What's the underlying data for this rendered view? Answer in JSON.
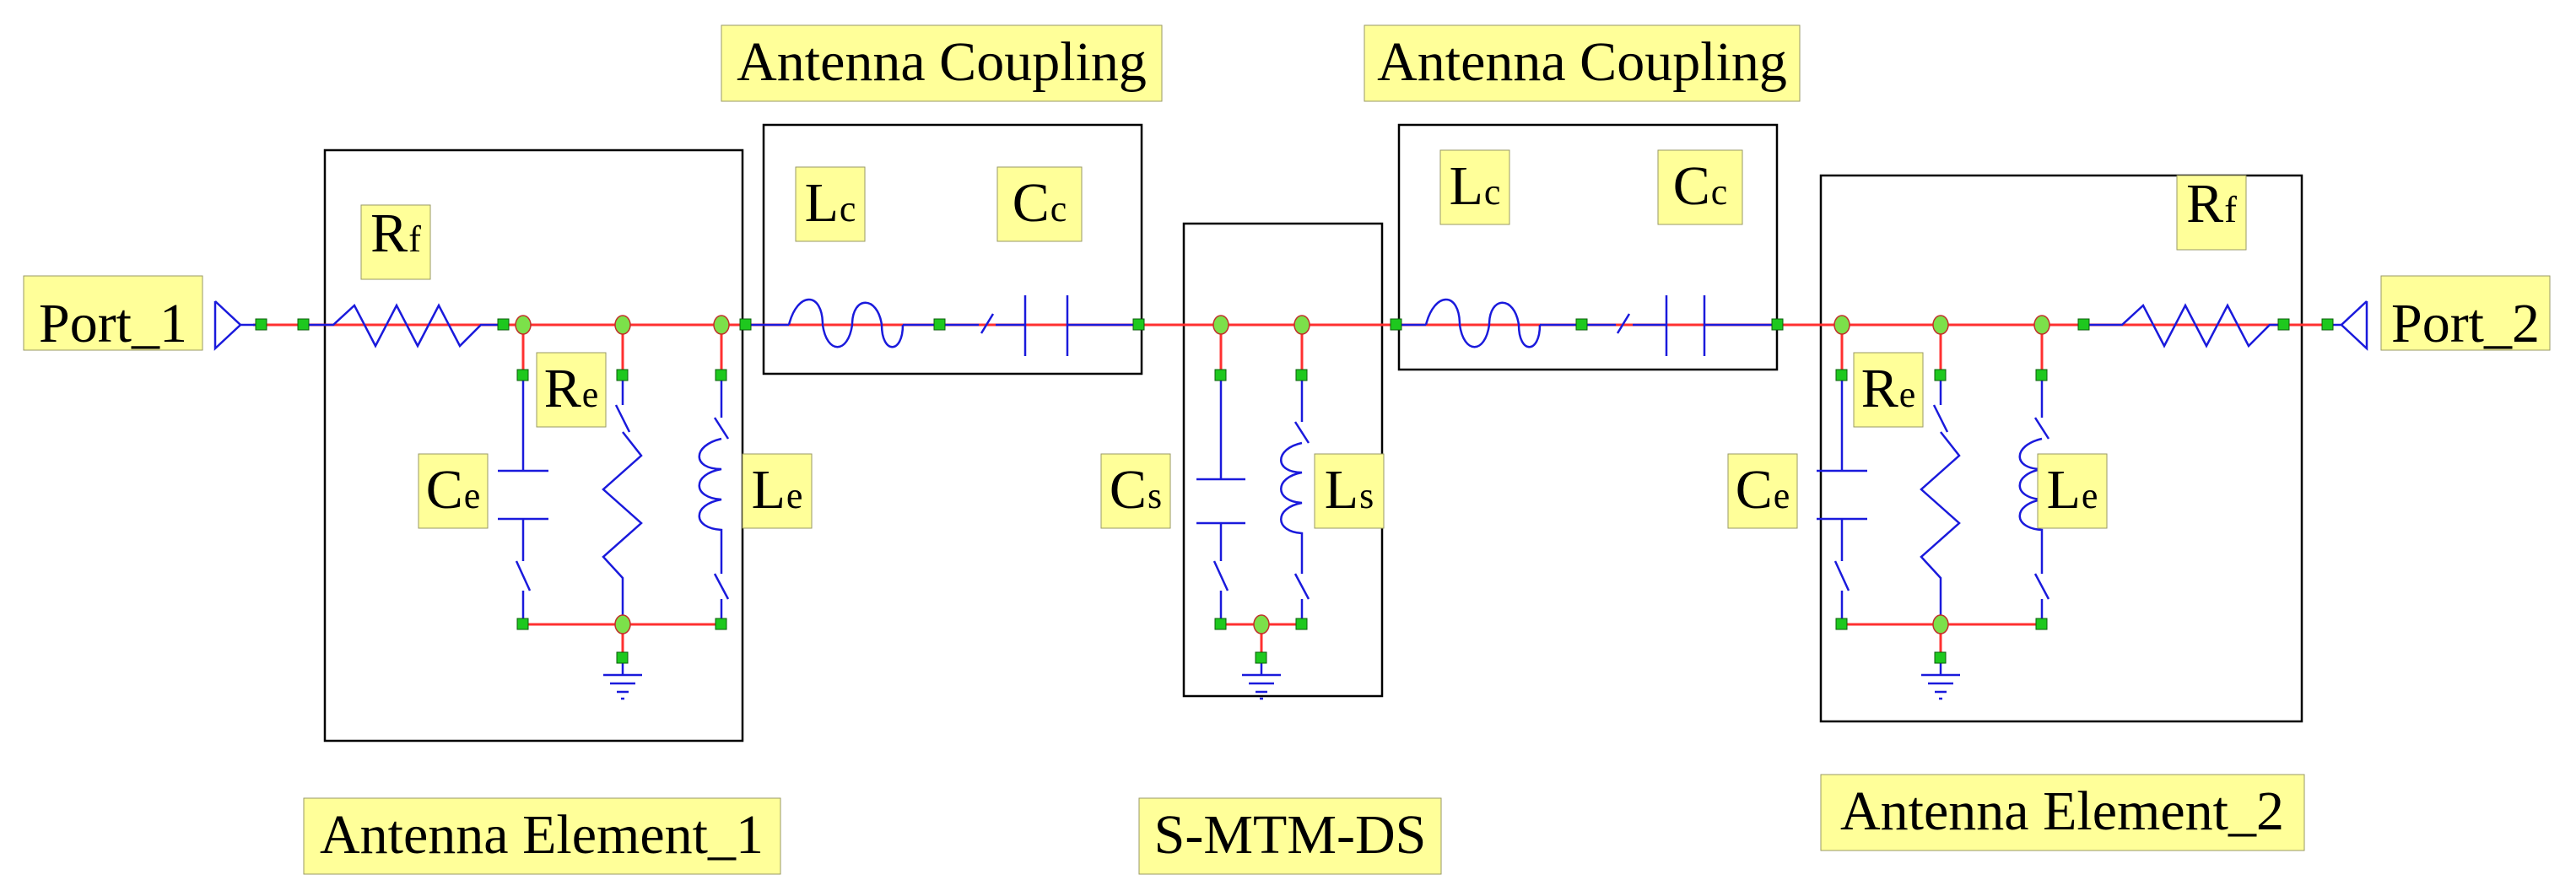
{
  "labels": {
    "port1": "Port_1",
    "port2": "Port_2",
    "coupling_title_1": "Antenna Coupling",
    "coupling_title_2": "Antenna Coupling",
    "element1_title": "Antenna Element_1",
    "element2_title": "Antenna Element_2",
    "mtm_title": "S-MTM-DS",
    "rf1": {
      "main": "R",
      "sub": "f"
    },
    "rf2": {
      "main": "R",
      "sub": "f"
    },
    "re1": {
      "main": "R",
      "sub": "e"
    },
    "re2": {
      "main": "R",
      "sub": "e"
    },
    "ce1": {
      "main": "C",
      "sub": "e"
    },
    "ce2": {
      "main": "C",
      "sub": "e"
    },
    "le1": {
      "main": "L",
      "sub": "e"
    },
    "le2": {
      "main": "L",
      "sub": "e"
    },
    "lc1": {
      "main": "L",
      "sub": "c"
    },
    "lc2": {
      "main": "L",
      "sub": "c"
    },
    "cc1": {
      "main": "C",
      "sub": "c"
    },
    "cc2": {
      "main": "C",
      "sub": "c"
    },
    "cs": {
      "main": "C",
      "sub": "s"
    },
    "ls": {
      "main": "L",
      "sub": "s"
    }
  },
  "colors": {
    "wire": "#ff3030",
    "component": "#1a1adc",
    "pin": "#1ec81e",
    "node": "#7ce04a",
    "label_fill": "#ffff99",
    "box": "#000000"
  }
}
